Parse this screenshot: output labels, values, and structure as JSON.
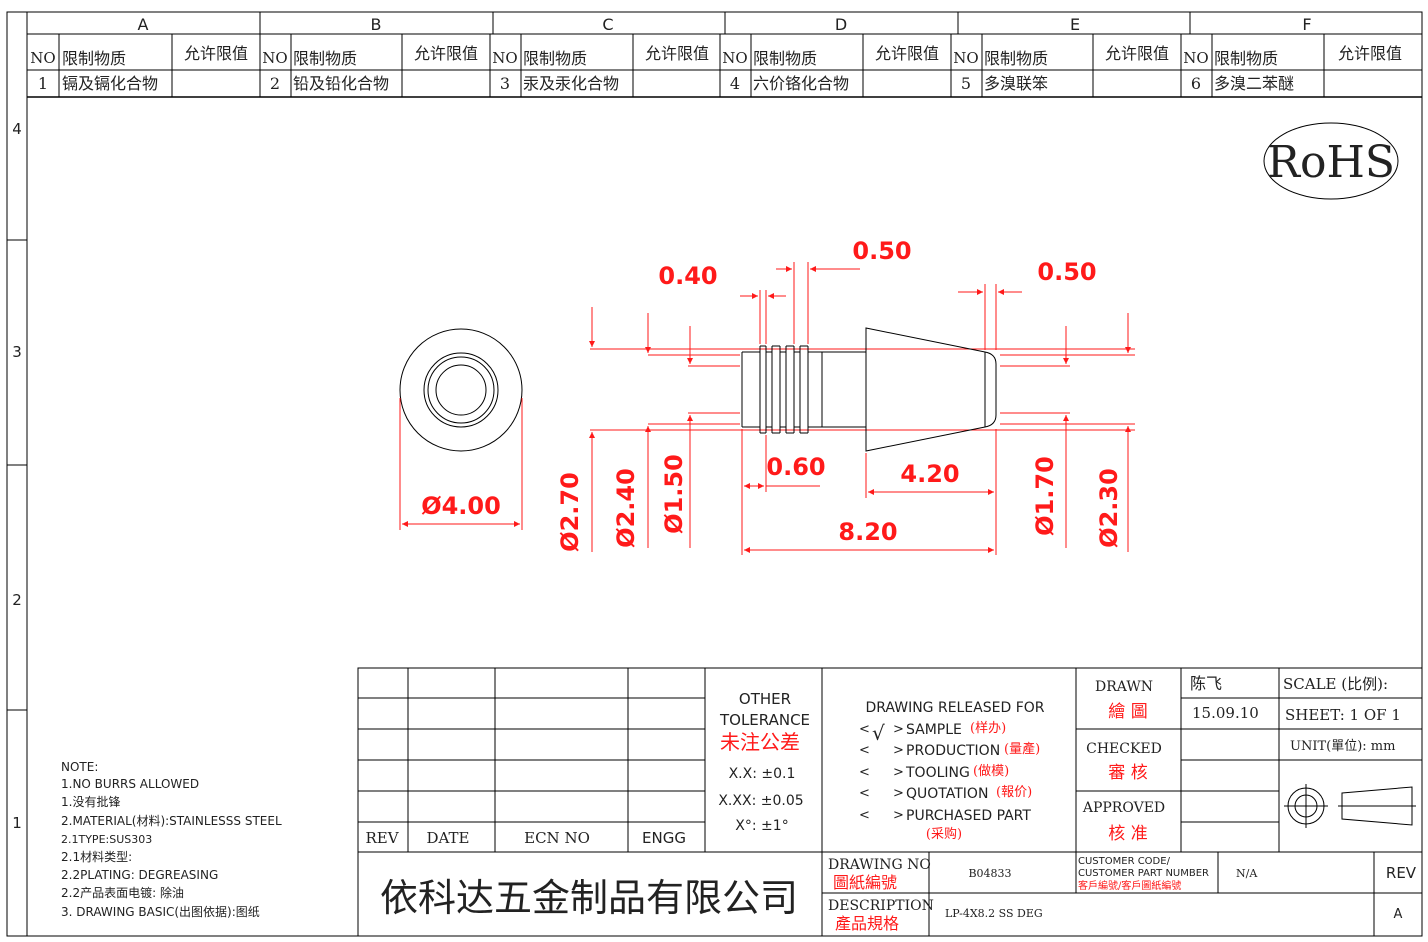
{
  "zones": {
    "columns": [
      "A",
      "B",
      "C",
      "D",
      "E",
      "F"
    ],
    "rows": [
      "4",
      "3",
      "2",
      "1"
    ]
  },
  "substances": {
    "header": {
      "no": "NO",
      "substance": "限制物质",
      "limit": "允许限值"
    },
    "items": [
      {
        "no": "1",
        "name": "镉及镉化合物"
      },
      {
        "no": "2",
        "name": "铅及铅化合物"
      },
      {
        "no": "3",
        "name": "汞及汞化合物"
      },
      {
        "no": "4",
        "name": "六价铬化合物"
      },
      {
        "no": "5",
        "name": "多溴联笨"
      },
      {
        "no": "6",
        "name": "多溴二苯醚"
      }
    ]
  },
  "rohs": "RoHS",
  "dimensions": {
    "d_front": "Ø4.00",
    "d270": "Ø2.70",
    "d240": "Ø2.40",
    "d150": "Ø1.50",
    "d170": "Ø1.70",
    "d230": "Ø2.30",
    "w040": "0.40",
    "w050a": "0.50",
    "w050b": "0.50",
    "w060": "0.60",
    "w420": "4.20",
    "w820": "8.20"
  },
  "notes": [
    "NOTE:",
    "1.NO BURRS ALLOWED",
    "1.没有批锋",
    "2.MATERIAL(材料):STAINLESSS STEEL",
    "2.1TYPE:SUS303",
    "2.1材料类型:",
    "2.2PLATING: DEGREASING",
    "2.2产品表面电镀: 除油",
    "3. DRAWING BASIC(出图依据):图纸"
  ],
  "revision_table": {
    "rev": "REV",
    "date": "DATE",
    "ecn": "ECN NO",
    "engg": "ENGG"
  },
  "tolerance": {
    "title1": "OTHER",
    "title2": "TOLERANCE",
    "title_cn": "未注公差",
    "xx": "X.X: ±0.1",
    "xxx": "X.XX: ±0.05",
    "angle": "X°: ±1°"
  },
  "release": {
    "title": "DRAWING RELEASED FOR",
    "check_mark": "√",
    "items": [
      {
        "en": "SAMPLE",
        "cn": "(样办)"
      },
      {
        "en": "PRODUCTION",
        "cn": "(量產)"
      },
      {
        "en": "TOOLING",
        "cn": "(做模)"
      },
      {
        "en": "QUOTATION",
        "cn": "(報价)"
      },
      {
        "en": "PURCHASED PART",
        "cn": "(采购)"
      }
    ]
  },
  "approvals": {
    "drawn_en": "DRAWN",
    "drawn_cn": "繪 圖",
    "checked_en": "CHECKED",
    "checked_cn": "審 核",
    "approved_en": "APPROVED",
    "approved_cn": "核 准",
    "drawn_name": "陈飞",
    "drawn_date": "15.09.10"
  },
  "scale": {
    "label": "SCALE (比例):",
    "sheet": "SHEET:  1 OF 1",
    "unit": "UNIT(單位): mm"
  },
  "company": "依科达五金制品有限公司",
  "drawing_no": {
    "en": "DRAWING NO",
    "cn": "圖紙編號",
    "value": "B04833"
  },
  "customer": {
    "en1": "CUSTOMER CODE/",
    "en2": "CUSTOMER PART NUMBER",
    "cn": "客戶編號/客戶圖紙編號",
    "value": "N/A"
  },
  "description": {
    "en": "DESCRIPTION",
    "cn": "產品規格",
    "value": "LP-4X8.2 SS DEG"
  },
  "rev": {
    "label": "REV",
    "value": "A"
  }
}
